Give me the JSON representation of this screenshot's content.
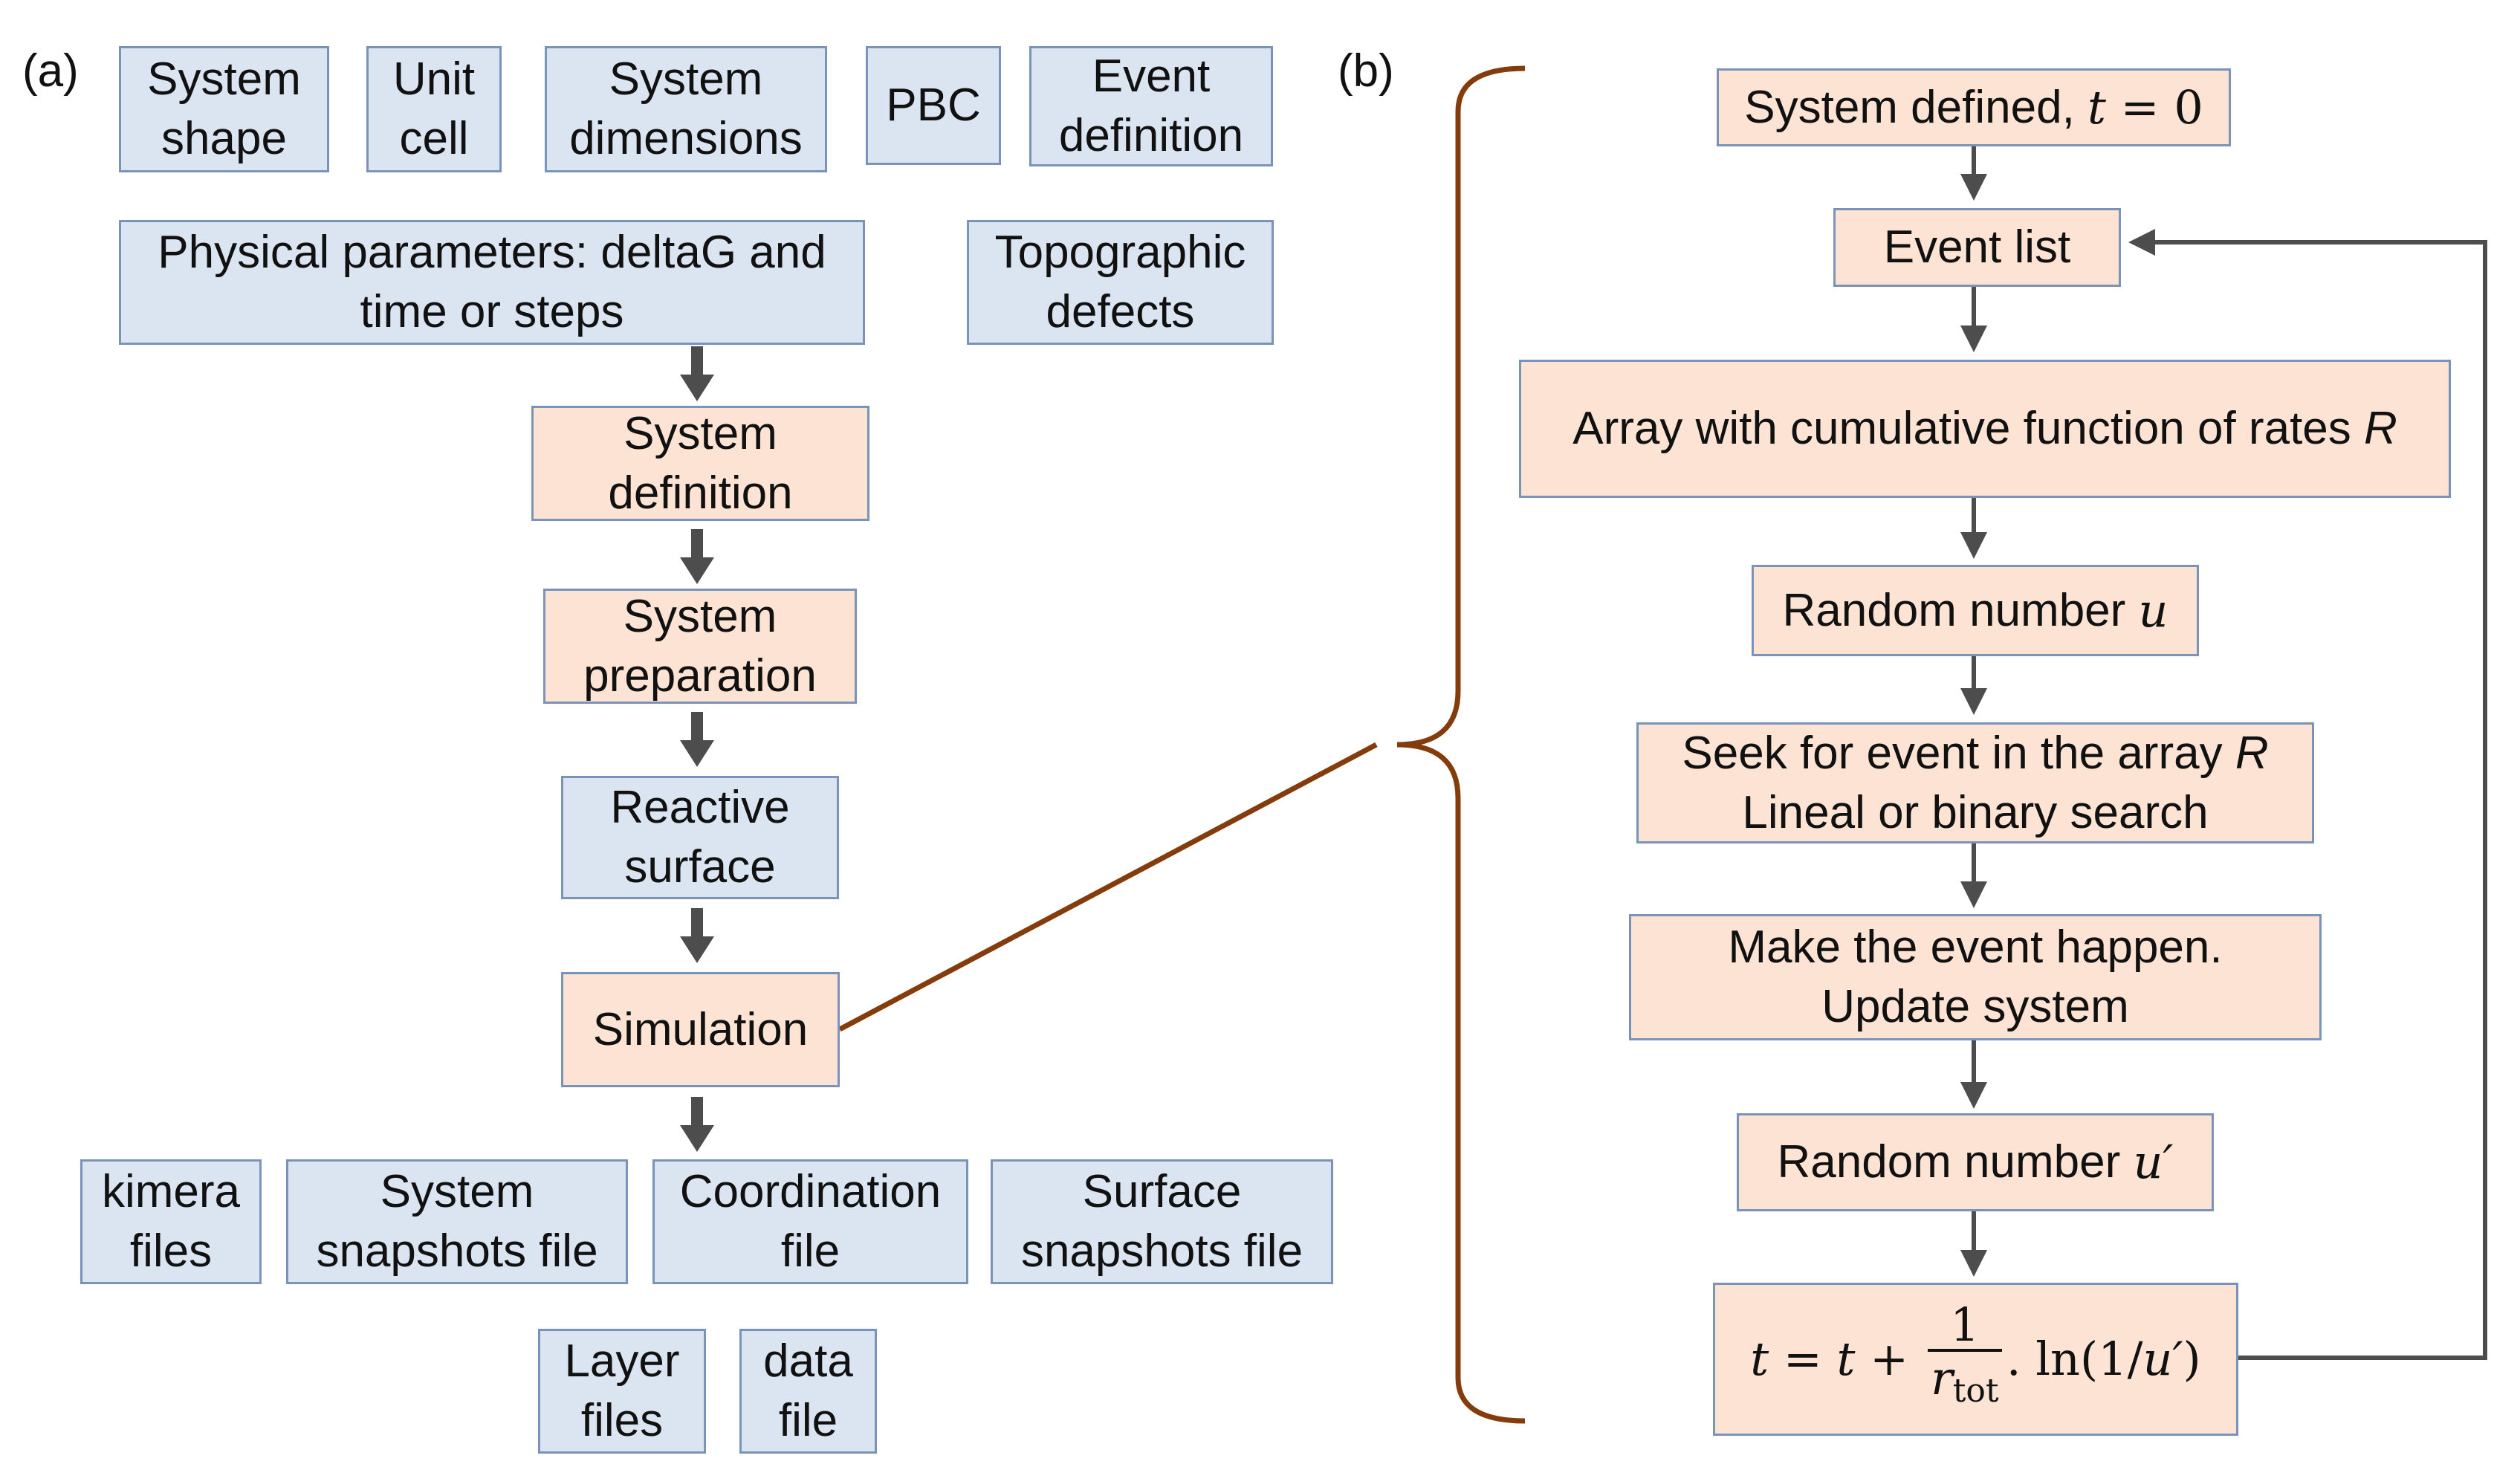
{
  "panels": {
    "a": "(a)",
    "b": "(b)"
  },
  "panel_a": {
    "inputs_row1": {
      "system_shape": "System\nshape",
      "unit_cell": "Unit\ncell",
      "system_dimensions": "System\ndimensions",
      "pbc": "PBC",
      "event_definition": "Event\ndefinition"
    },
    "physical_parameters": "Physical parameters: deltaG and\ntime or steps",
    "topographic_defects": "Topographic\ndefects",
    "system_definition": "System\ndefinition",
    "system_preparation": "System\npreparation",
    "reactive_surface": "Reactive\nsurface",
    "simulation": "Simulation",
    "outputs_row1": {
      "kimera_files": "kimera\nfiles",
      "system_snapshots": "System\nsnapshots file",
      "coordination_file": "Coordination\nfile",
      "surface_snapshots": "Surface\nsnapshots file"
    },
    "outputs_row2": {
      "layer_files": "Layer\nfiles",
      "data_file": "data\nfile"
    }
  },
  "panel_b": {
    "system_defined": {
      "text": "System defined, ",
      "var": "t",
      "eq": " = 0"
    },
    "event_list": "Event list",
    "array_rates": {
      "text": "Array with cumulative function of rates ",
      "var": "R"
    },
    "random_u": {
      "text": "Random number ",
      "var": "u"
    },
    "seek": {
      "line1": "Seek for event in the array ",
      "var": "R",
      "line2": "Lineal or binary search"
    },
    "make_event": "Make the event happen.\nUpdate system",
    "random_u_prime": {
      "text": "Random number ",
      "var": "u′"
    },
    "time_update": {
      "lhs": "t = t + ",
      "numerator": "1",
      "denominator_var": "r",
      "denominator_sub": "tot",
      "rhs": ". ln(1/",
      "rhs_var": "u′",
      "rhs_close": ")"
    }
  },
  "colors": {
    "input_fill": "#dbe4f1",
    "process_fill": "#fce3d3",
    "box_border": "#7a93b8",
    "arrow": "#4d4d4d",
    "brace": "#843c0c"
  }
}
